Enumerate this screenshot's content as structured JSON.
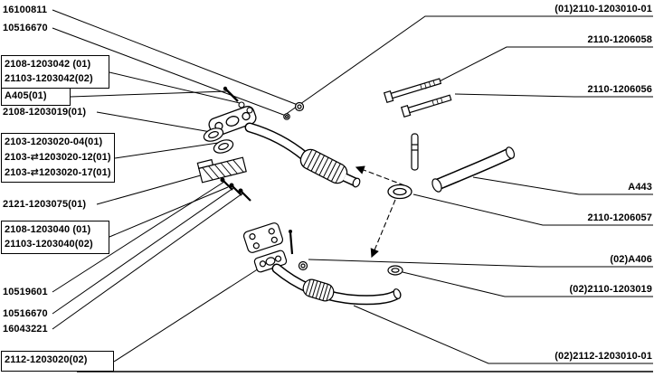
{
  "colors": {
    "ink": "#000000",
    "background": "#ffffff"
  },
  "labels": {
    "left": [
      {
        "text": "16100811"
      },
      {
        "text": "10516670"
      },
      {
        "text": "2108-1203042 (01)"
      },
      {
        "text": "21103-1203042(02)"
      },
      {
        "text": "A405(01)"
      },
      {
        "text": "2108-1203019(01)"
      },
      {
        "text": "2103-1203020-04(01)"
      },
      {
        "text": "2103-⇄1203020-12(01)"
      },
      {
        "text": "2103-⇄1203020-17(01)"
      },
      {
        "text": "2121-1203075(01)"
      },
      {
        "text": "2108-1203040 (01)"
      },
      {
        "text": "21103-1203040(02)"
      },
      {
        "text": "10519601"
      },
      {
        "text": "10516670"
      },
      {
        "text": "16043221"
      },
      {
        "text": "2112-1203020(02)"
      }
    ],
    "right": [
      {
        "text": "(01)2110-1203010-01"
      },
      {
        "text": "2110-1206058"
      },
      {
        "text": "2110-1206056"
      },
      {
        "text": "A443"
      },
      {
        "text": "2110-1206057"
      },
      {
        "text": "(02)A406"
      },
      {
        "text": "(02)2110-1203019"
      },
      {
        "text": "(02)2112-1203010-01"
      }
    ]
  }
}
